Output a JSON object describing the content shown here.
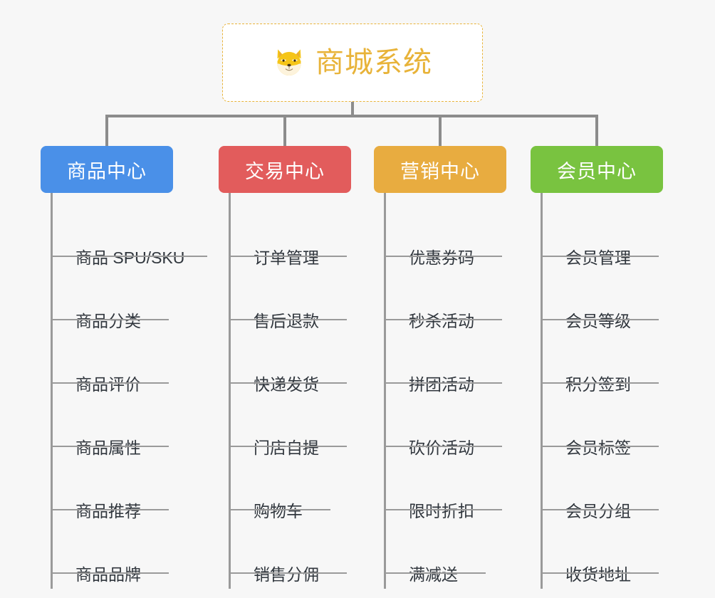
{
  "page": {
    "background_color": "#f7f7f7",
    "connector_color": "#8c8c8c",
    "rail_color": "#9a9a9a"
  },
  "root": {
    "title": "商城系统",
    "icon": "shiba-dog-face-icon",
    "text_color": "#e8b339",
    "border_color": "#e8b339",
    "background_color": "#ffffff"
  },
  "columns": [
    {
      "id": "product-center",
      "label": "商品中心",
      "color": "#4a90e8",
      "items": [
        {
          "label": "商品 SPU/SKU"
        },
        {
          "label": "商品分类"
        },
        {
          "label": "商品评价"
        },
        {
          "label": "商品属性"
        },
        {
          "label": "商品推荐"
        },
        {
          "label": "商品品牌"
        }
      ]
    },
    {
      "id": "trade-center",
      "label": "交易中心",
      "color": "#e25c5c",
      "items": [
        {
          "label": "订单管理"
        },
        {
          "label": "售后退款"
        },
        {
          "label": "快递发货"
        },
        {
          "label": "门店自提"
        },
        {
          "label": "购物车"
        },
        {
          "label": "销售分佣"
        }
      ]
    },
    {
      "id": "marketing-center",
      "label": "营销中心",
      "color": "#e8ac40",
      "items": [
        {
          "label": "优惠券码"
        },
        {
          "label": "秒杀活动"
        },
        {
          "label": "拼团活动"
        },
        {
          "label": "砍价活动"
        },
        {
          "label": "限时折扣"
        },
        {
          "label": "满减送"
        }
      ]
    },
    {
      "id": "member-center",
      "label": "会员中心",
      "color": "#79c340",
      "items": [
        {
          "label": "会员管理"
        },
        {
          "label": "会员等级"
        },
        {
          "label": "积分签到"
        },
        {
          "label": "会员标签"
        },
        {
          "label": "会员分组"
        },
        {
          "label": "收货地址"
        }
      ]
    }
  ]
}
